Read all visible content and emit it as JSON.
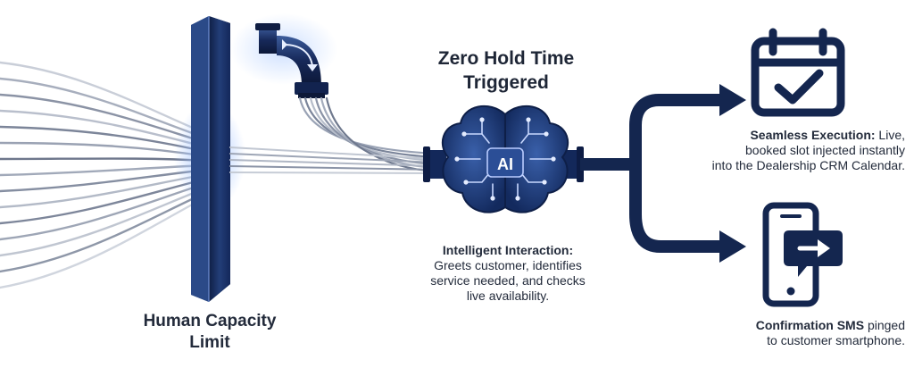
{
  "diagram": {
    "headline_line1": "Zero Hold Time",
    "headline_line2": "Triggered",
    "wall_label_line1": "Human Capacity",
    "wall_label_line2": "Limit",
    "ai_chip_label": "AI",
    "ai_description": {
      "lead": "Intelligent Interaction:",
      "line1": "Greets customer, identifies",
      "line2": "service needed, and checks",
      "line3": "live availability."
    },
    "calendar_description": {
      "lead": "Seamless Execution:",
      "line1_rest": " Live,",
      "line2": "booked slot injected instantly",
      "line3": "into the Dealership CRM Calendar."
    },
    "sms_description": {
      "lead": "Confirmation SMS",
      "line1_rest": " pinged",
      "line2": "to customer smartphone."
    },
    "icons": {
      "wall": "capacity-wall",
      "pipe": "overflow-pipe",
      "brain": "ai-brain-icon",
      "calendar": "calendar-check-icon",
      "phone": "smartphone-message-icon"
    },
    "colors": {
      "navy": "#14264f",
      "mid_blue": "#27457f",
      "glow": "#8fb4ff",
      "text": "#1f2430"
    }
  }
}
